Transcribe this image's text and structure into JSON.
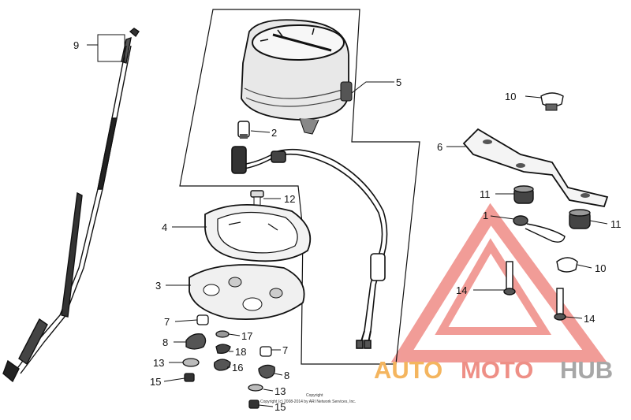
{
  "diagram": {
    "callouts": {
      "c9": "9",
      "c5": "5",
      "c2": "2",
      "c12": "12",
      "c4": "4",
      "c3": "3",
      "c7a": "7",
      "c17": "17",
      "c8a": "8",
      "c18": "18",
      "c7b": "7",
      "c13a": "13",
      "c16": "16",
      "c8b": "8",
      "c15a": "15",
      "c13b": "13",
      "c15b": "15",
      "c10a": "10",
      "c6": "6",
      "c11a": "11",
      "c1": "1",
      "c11b": "11",
      "c10b": "10",
      "c14a": "14",
      "c14b": "14"
    },
    "copyright": {
      "line1": "Copyright",
      "line2": "Copyright (c) 2008-2014 by ARI Network Services, Inc."
    }
  },
  "watermark": {
    "part1": "AUTO",
    "part2": "MOTO",
    "part3": "HUB",
    "colors": {
      "auto": "#f4b55f",
      "moto": "#ee8f86",
      "hub": "#a7a7a7",
      "triangle": "#ef8b86"
    }
  }
}
